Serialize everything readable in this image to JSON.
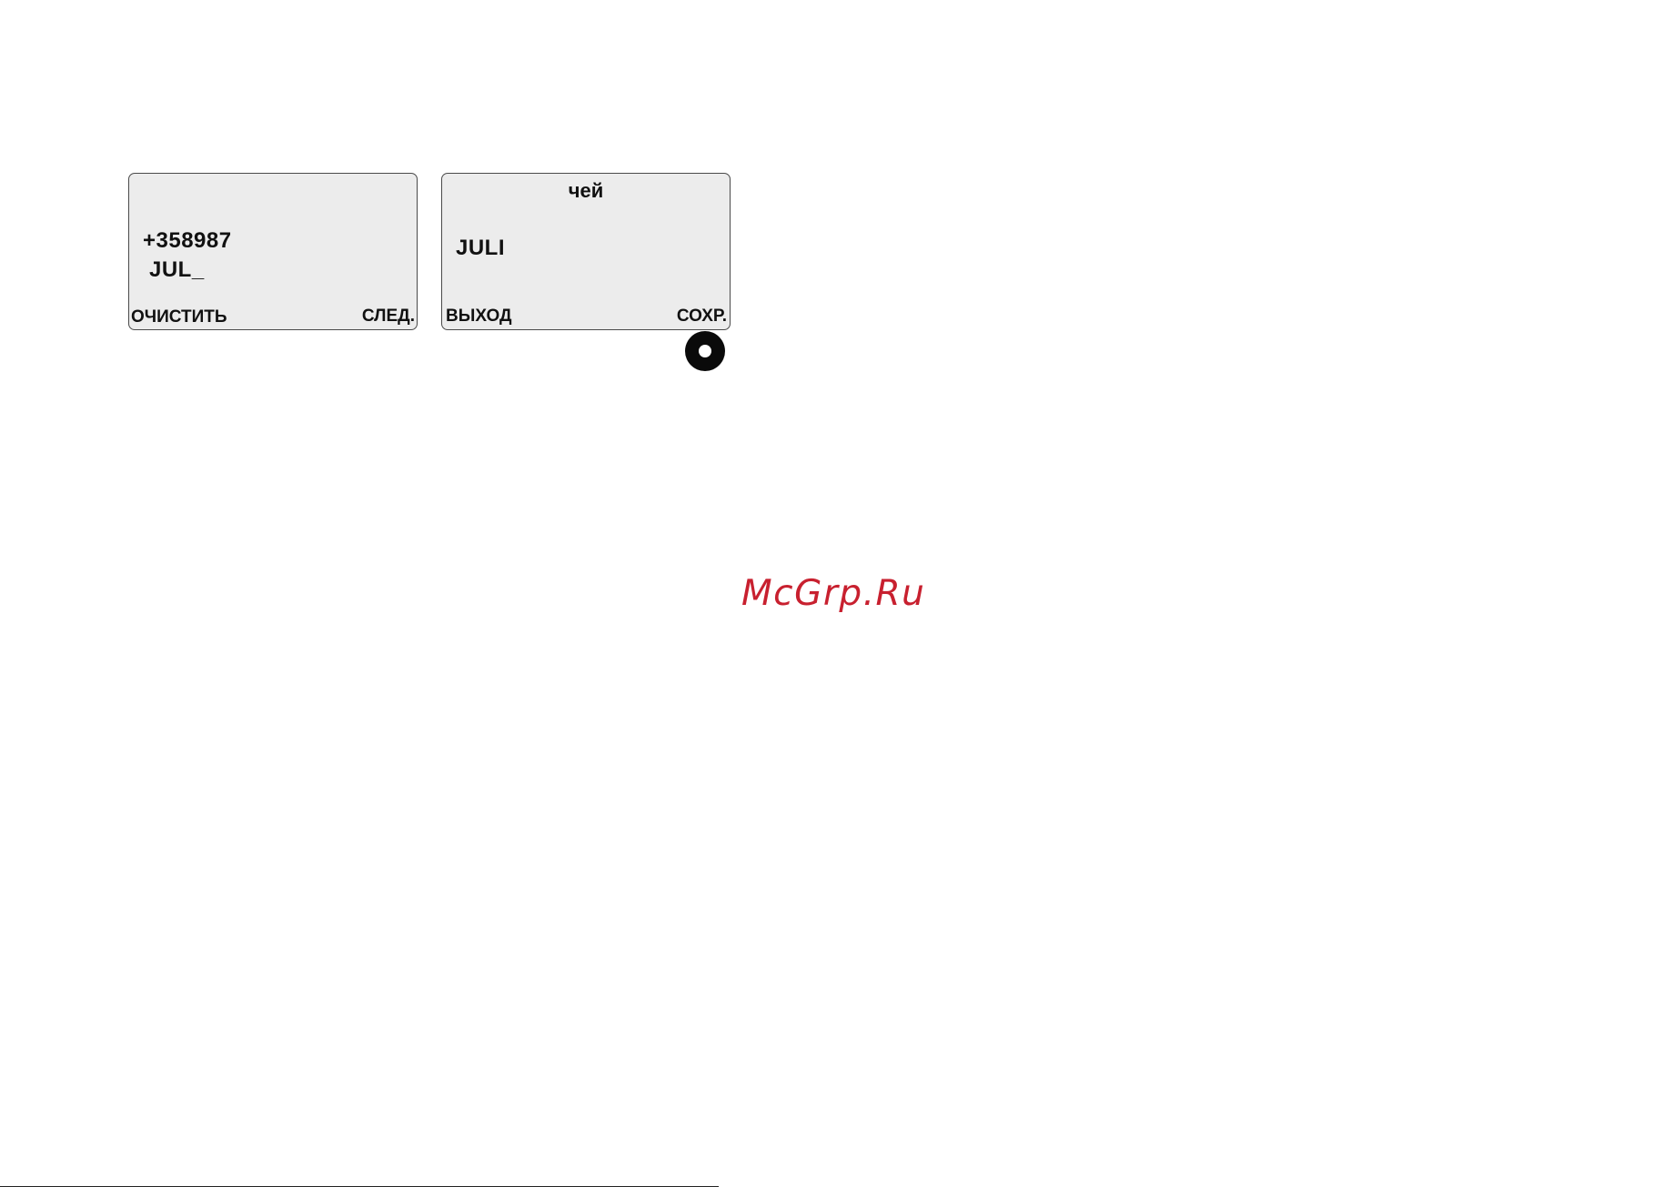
{
  "screen1": {
    "number": "+358987",
    "name_input": "JUL_",
    "softkey_left": "ОЧИСТИТЬ",
    "softkey_right": "СЛЕД."
  },
  "screen2": {
    "header": "чей",
    "name": "JULI",
    "softkey_left": "ВЫХОД",
    "softkey_right": "СОХР."
  },
  "nav_key": {
    "icon": "navigation-key-icon"
  },
  "watermark": {
    "text": "McGrp.Ru"
  }
}
